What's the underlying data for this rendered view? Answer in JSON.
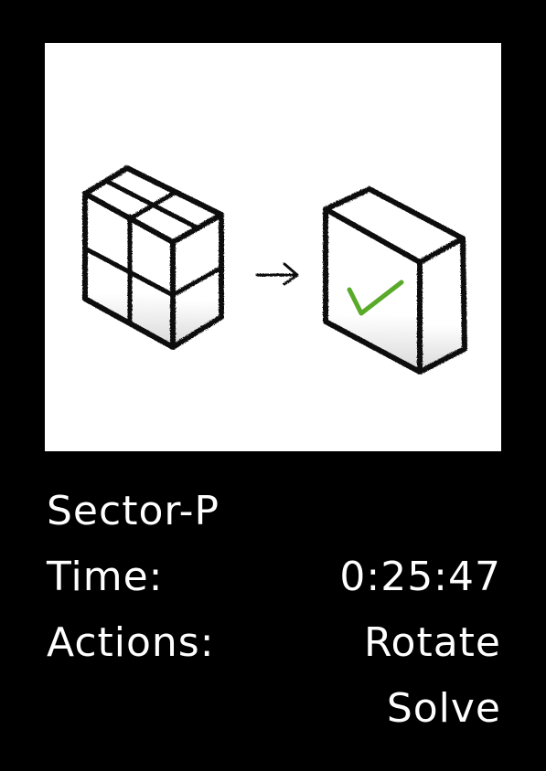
{
  "puzzle": {
    "sector_name": "Sector-P",
    "time_label": "Time:",
    "time_value": "0:25:47",
    "actions_label": "Actions:",
    "actions": [
      "Rotate",
      "Solve"
    ]
  },
  "illustration": {
    "left_object": "four-cube-block-icon",
    "arrow": "right-arrow-icon",
    "right_object": "solved-block-icon",
    "check_color": "#5aaa2a"
  },
  "colors": {
    "background": "#000000",
    "panel": "#ffffff",
    "text": "#ffffff"
  }
}
